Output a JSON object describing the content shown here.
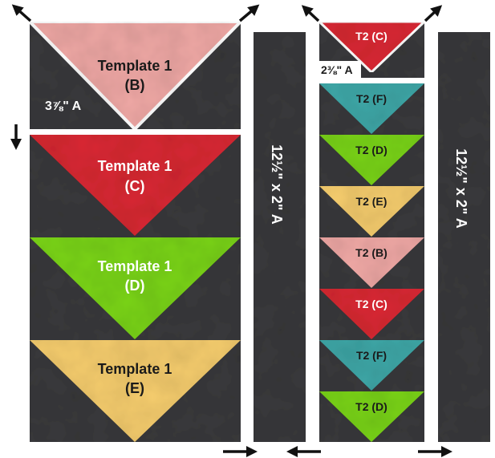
{
  "colors": {
    "background": "#3a3a3c",
    "template_b": "#f0a9a6",
    "template_c": "#d92a35",
    "template_d": "#7ad41f",
    "template_e": "#f6cd6e",
    "template_f": "#3fa8a8",
    "arrow": "#111111"
  },
  "left_section": {
    "corner_block": {
      "label_line1": "Template 1",
      "label_line2": "(B)",
      "corner_label": "3⅞\" A"
    },
    "column": [
      {
        "line1": "Template 1",
        "line2": "(C)",
        "fabric": "template_c"
      },
      {
        "line1": "Template 1",
        "line2": "(D)",
        "fabric": "template_d"
      },
      {
        "line1": "Template 1",
        "line2": "(E)",
        "fabric": "template_e"
      }
    ]
  },
  "strips": {
    "left_strip_label": "12½\" x 2\" A",
    "right_strip_label": "12½\" x 2\" A"
  },
  "right_section": {
    "top_block": {
      "label": "T2 (C)",
      "corner_label": "2⅜\" A"
    },
    "column": [
      {
        "label": "T2 (F)",
        "fabric": "template_f"
      },
      {
        "label": "T2 (D)",
        "fabric": "template_d"
      },
      {
        "label": "T2 (E)",
        "fabric": "template_e"
      },
      {
        "label": "T2 (B)",
        "fabric": "template_b"
      },
      {
        "label": "T2 (C)",
        "fabric": "template_c"
      },
      {
        "label": "T2 (F)",
        "fabric": "template_f"
      },
      {
        "label": "T2 (D)",
        "fabric": "template_d"
      }
    ]
  },
  "arrows": [
    "arrow-up-left",
    "arrow-up-right",
    "arrow-down",
    "arrow-right",
    "arrow-left"
  ]
}
